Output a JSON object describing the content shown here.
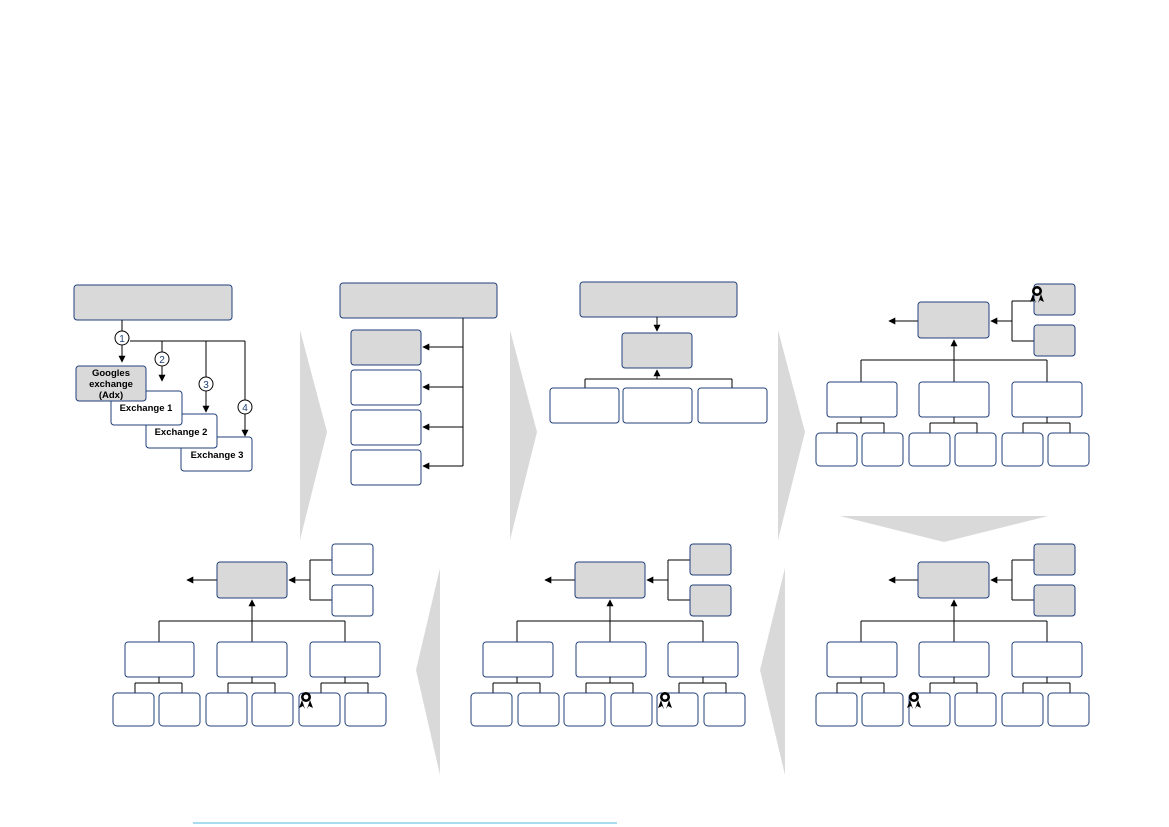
{
  "panel1": {
    "labels": {
      "adx_line1": "Googles",
      "adx_line2": "exchange",
      "adx_line3": "(Adx)",
      "exchange1": "Exchange 1",
      "exchange2": "Exchange 2",
      "exchange3": "Exchange 3"
    },
    "steps": [
      "1",
      "2",
      "3",
      "4"
    ]
  },
  "colors": {
    "box_border": "#1f3f7a",
    "box_gray": "#d9d9d9",
    "chevron": "#d9d9d9",
    "footer_line": "#4fb8e0"
  }
}
